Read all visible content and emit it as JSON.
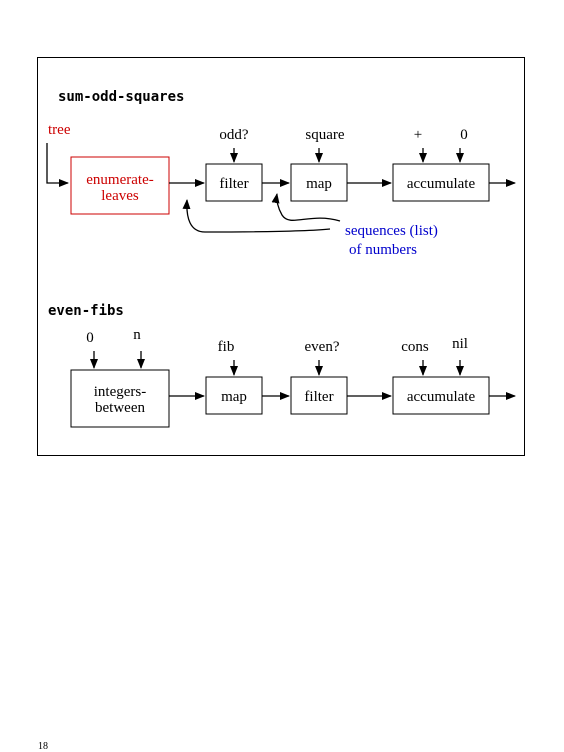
{
  "colors": {
    "text": "#000000",
    "highlight": "#cc0000",
    "note": "#0000cc"
  },
  "top": {
    "title": "sum-odd-squares",
    "input_label": "tree",
    "boxes": [
      "enumerate-\nleaves",
      "filter",
      "map",
      "accumulate"
    ],
    "box_inputs": {
      "filter": "odd?",
      "map": "square",
      "accumulate_op": "+",
      "accumulate_init": "0"
    },
    "note": "sequences (list)\nof numbers"
  },
  "bottom": {
    "title": "even-fibs",
    "inputs": [
      "0",
      "n"
    ],
    "boxes": [
      "integers-\nbetween",
      "map",
      "filter",
      "accumulate"
    ],
    "box_inputs": {
      "map": "fib",
      "filter": "even?",
      "accumulate_op": "cons",
      "accumulate_init": "nil"
    }
  },
  "page_number": "18"
}
